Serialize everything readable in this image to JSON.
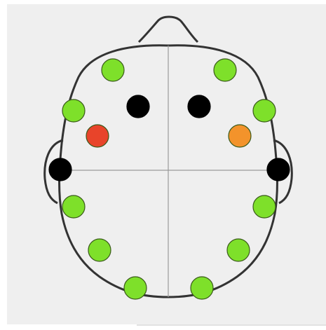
{
  "colors": {
    "background": "#efefef",
    "outline": "#333333",
    "midline": "#9a9a9a",
    "status": {
      "active": "#7ee02a",
      "reference": "#000000",
      "fault": "#e8442a",
      "warning": "#f3932b"
    },
    "electrode_stroke": "#3a5a1a"
  },
  "electrodes": [
    {
      "id": "e1",
      "status": "active"
    },
    {
      "id": "e2",
      "status": "active"
    },
    {
      "id": "e3",
      "status": "reference"
    },
    {
      "id": "e4",
      "status": "reference"
    },
    {
      "id": "e5",
      "status": "active"
    },
    {
      "id": "e6",
      "status": "active"
    },
    {
      "id": "e7",
      "status": "fault"
    },
    {
      "id": "e8",
      "status": "warning"
    },
    {
      "id": "e9",
      "status": "reference"
    },
    {
      "id": "e10",
      "status": "reference"
    },
    {
      "id": "e11",
      "status": "active"
    },
    {
      "id": "e12",
      "status": "active"
    },
    {
      "id": "e13",
      "status": "active"
    },
    {
      "id": "e14",
      "status": "active"
    },
    {
      "id": "e15",
      "status": "active"
    },
    {
      "id": "e16",
      "status": "active"
    }
  ]
}
